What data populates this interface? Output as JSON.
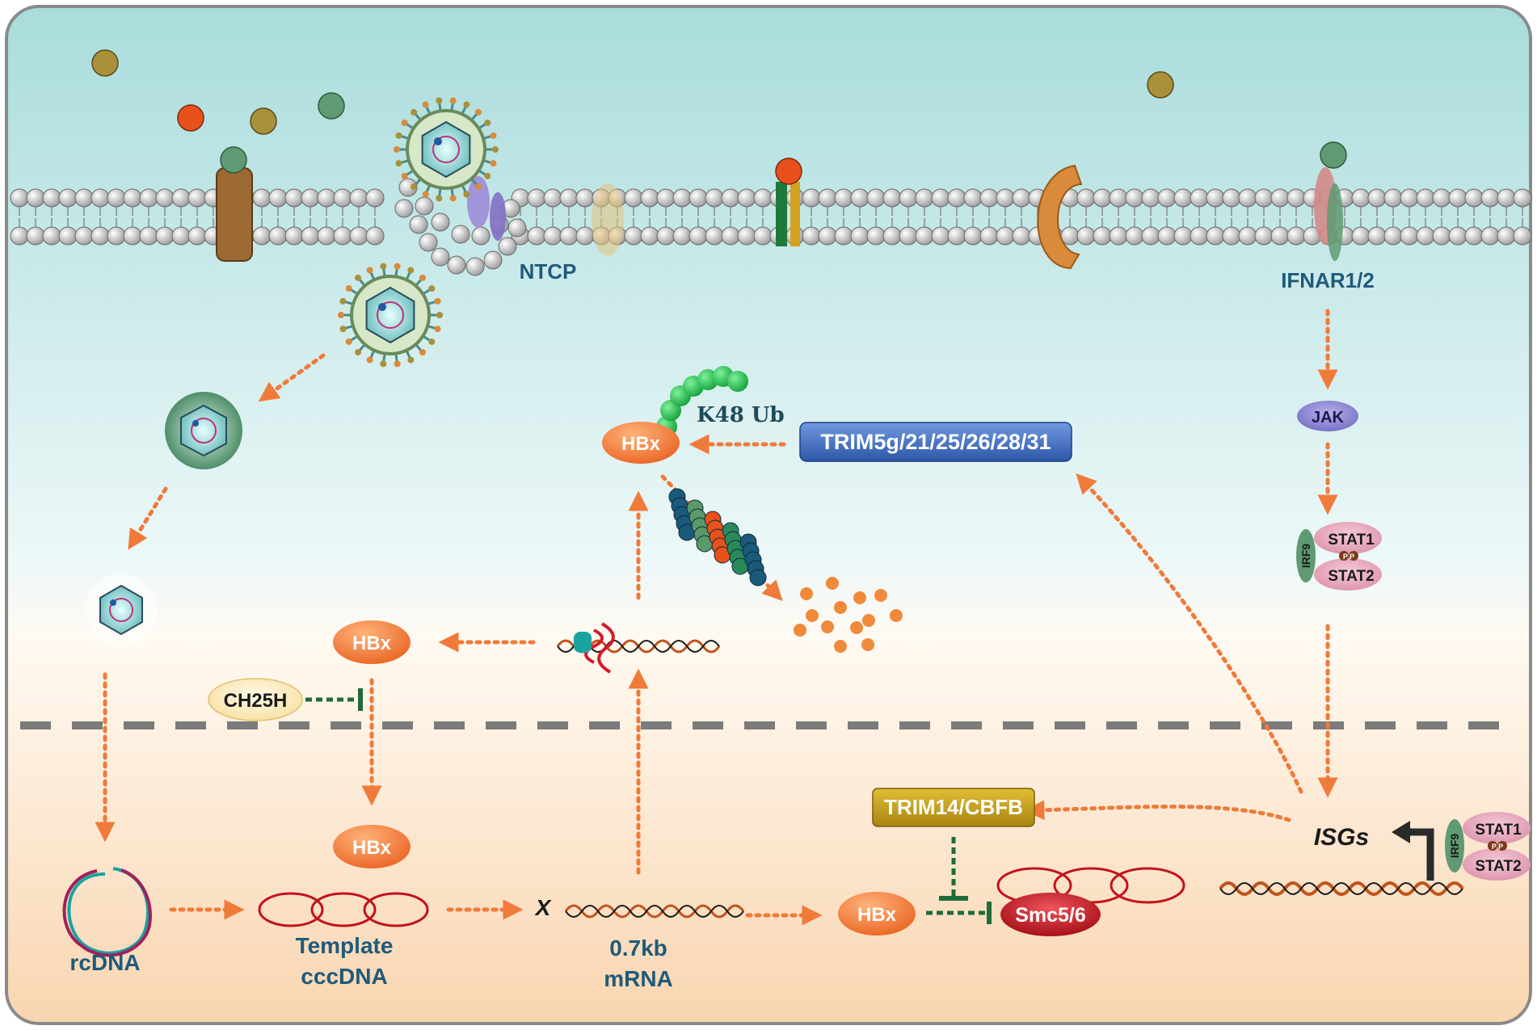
{
  "membrane": {
    "ntcp_label": "NTCP",
    "ifnar_label": "IFNAR1/2"
  },
  "cytoplasm": {
    "trim_cluster_label": "TRIM5g/21/25/26/28/31",
    "k48ub_label": "K48 Ub",
    "hbx_ubiquitinated_label": "HBx",
    "hbx_translated_label": "HBx",
    "ch25h_label": "CH25H",
    "jak_label": "JAK",
    "irf9_label": "IRF9",
    "stat1_label": "STAT1",
    "stat2_label": "STAT2",
    "phospho_label": "P P"
  },
  "nucleus": {
    "hbx_nuclear_label": "HBx",
    "hbx_smc_label": "HBx",
    "rcdna_label": "rcDNA",
    "template_label": "Template",
    "cccdna_label": "cccDNA",
    "x_gene_label": "X",
    "mrna_size_label": "0.7kb",
    "mrna_label": "mRNA",
    "smc_label": "Smc5/6",
    "trim14_label": "TRIM14/CBFB",
    "isgs_label": "ISGs",
    "irf9_label": "IRF9",
    "stat1_label": "STAT1",
    "stat2_label": "STAT2",
    "phospho_label": "P P"
  },
  "colors": {
    "arrow": "#f07a3a",
    "inhibit": "#1f6b3a",
    "hbx": "#f07a30",
    "trim": "#3f6fc0",
    "trim14": "#c9a21a",
    "smc": "#c4121c",
    "label_blue": "#1f5a7a",
    "ifn_olive": "#a8913a",
    "ifn_orange": "#e8501c",
    "ifn_green": "#5f9a72"
  }
}
